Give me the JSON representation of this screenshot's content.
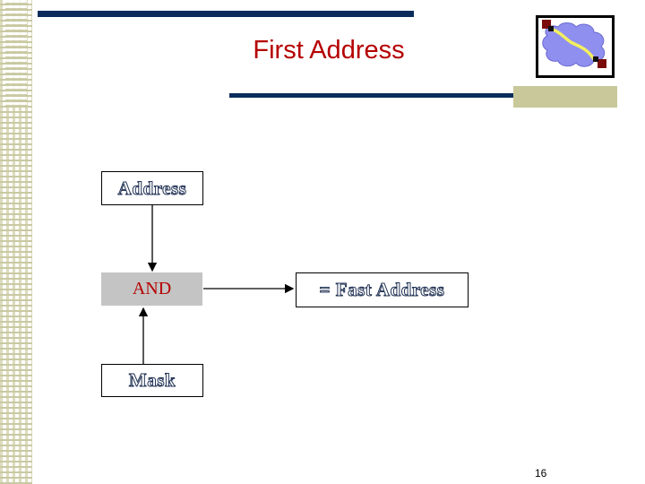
{
  "slide": {
    "title": "First Address",
    "page_number": "16"
  },
  "diagram": {
    "nodes": {
      "address": "Address",
      "and": "AND",
      "mask": "Mask",
      "result": "= Fast Address"
    },
    "edges": [
      {
        "from": "address",
        "to": "and"
      },
      {
        "from": "mask",
        "to": "and"
      },
      {
        "from": "and",
        "to": "result"
      }
    ]
  },
  "colors": {
    "title": "#b50000",
    "bars": "#0b2d5c",
    "and_box_fill": "#c4c4c4",
    "accent_khaki": "#c8c89a",
    "outline_text": "#223355"
  },
  "icons": {
    "logo": "network-cloud-path-icon"
  }
}
